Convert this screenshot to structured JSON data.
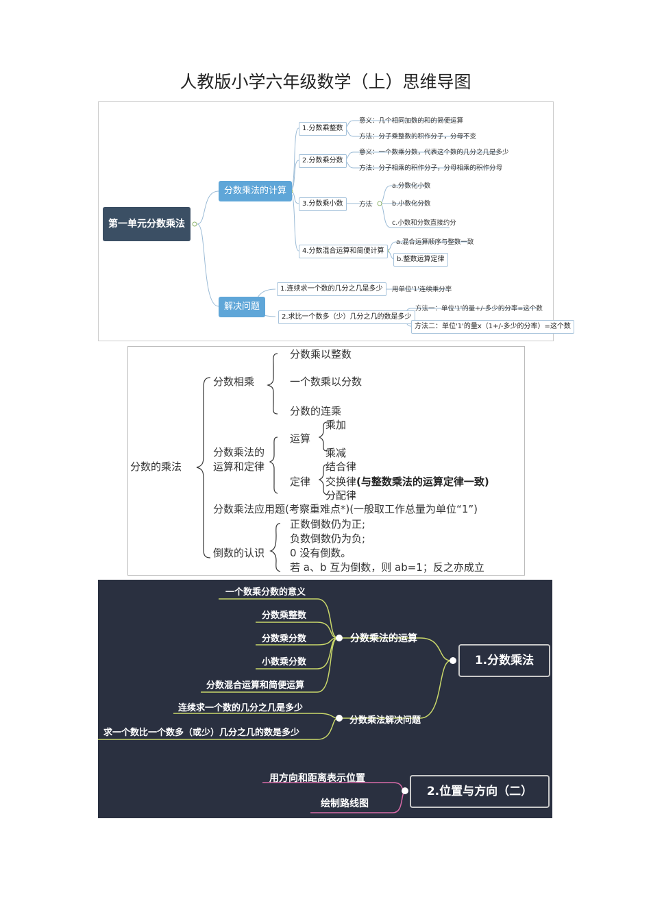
{
  "doc_title": "人教版小学六年级数学（上）思维导图",
  "map1": {
    "root": "第一单元分数乘法",
    "calc": "分数乘法的计算",
    "solve": "解决问题",
    "n1": "1.分数乘整数",
    "n1a": "意义：几个相同加数的和的简便运算",
    "n1b": "方法：分子乘整数的积作分子，分母不变",
    "n2": "2.分数乘分数",
    "n2a": "意义：一个数乘分数，代表这个数的几分之几是多少",
    "n2b": "方法：分子相乘的积作分子，分母相乘的积作分母",
    "n3": "3.分数乘小数",
    "n3m": "方法",
    "n3a": "a.分数化小数",
    "n3b": "b.小数化分数",
    "n3c": "c.小数和分数直接约分",
    "n4": "4.分数混合运算和简便计算",
    "n4a": "a.混合运算顺序与整数一致",
    "n4b": "b.整数运算定律",
    "s1": "1.连续求一个数的几分之几是多少",
    "s1a": "用单位'1'连续乘分率",
    "s2": "2.求比一个数多（少）几分之几的数是多少",
    "s2a": "方法一：单位'1'的量+/-多少的分率=这个数",
    "s2b": "方法二：单位'1'的量x（1+/-多少的分率）=这个数"
  },
  "map2": {
    "root": "分数的乘法",
    "b1": "分数相乘",
    "b1a": "分数乘以整数",
    "b1b": "一个数乘以分数",
    "b1c": "分数的连乘",
    "b2l1": "分数乘法的",
    "b2l2": "运算和定律",
    "b2a": "运算",
    "b2a1": "乘加",
    "b2a2": "乘减",
    "b2b": "定律",
    "b2b1": "结合律",
    "b2b2": "交换律",
    "b2b2n": "(与整数乘法的运算定律一致)",
    "b2b3": "分配律",
    "b3": "分数乘法应用题(考察重难点*)(一般取工作总量为单位“1”)",
    "b4": "倒数的认识",
    "b4a": "正数倒数仍为正;",
    "b4b": "负数倒数仍为负;",
    "b4c": "0 没有倒数。",
    "b4d": "若 a、b 互为倒数，则 ab=1；反之亦成立"
  },
  "map3": {
    "main1": "1.分数乘法",
    "sub1": "分数乘法的运算",
    "sub1_items": [
      "一个数乘分数的意义",
      "分数乘整数",
      "分数乘分数",
      "小数乘分数",
      "分数混合运算和简便运算"
    ],
    "sub2": "分数乘法解决问题",
    "sub2_items": [
      "连续求一个数的几分之几是多少",
      "求一个数比一个数多（或少）几分之几的数是多少"
    ],
    "main2": "2.位置与方向（二）",
    "main2_items": [
      "用方向和距离表示位置",
      "绘制路线图"
    ]
  },
  "colors": {
    "map3_bg": "#2a3040",
    "map3_line1": "#c9d76a",
    "map3_line2": "#d86aa8",
    "map1_root": "#3b4f64",
    "map1_mid": "#5fa6d8"
  }
}
